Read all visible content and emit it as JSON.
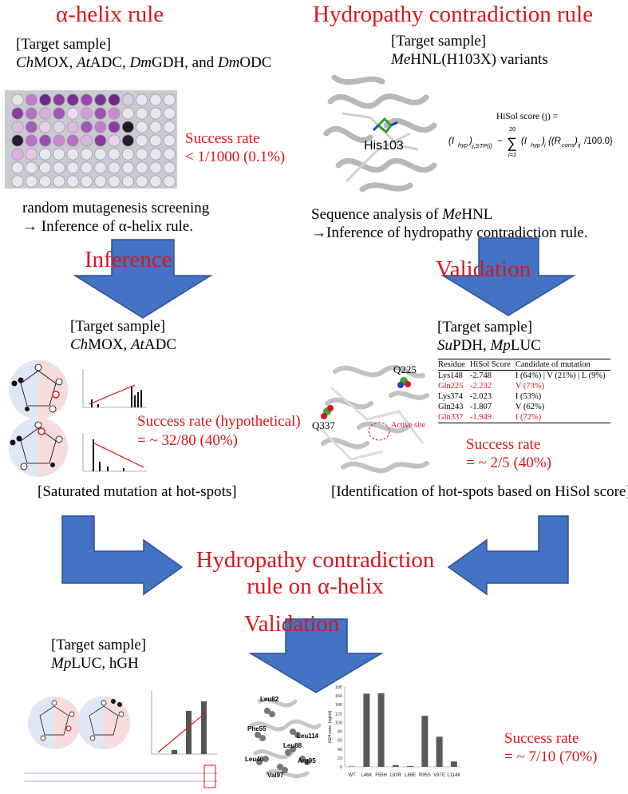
{
  "left_panel": {
    "title": "α-helix rule",
    "target_label": "[Target sample]",
    "target_items": [
      {
        "prefix": "Ch",
        "rest": "MOX, "
      },
      {
        "prefix": "At",
        "rest": "ADC, "
      },
      {
        "prefix": "Dm",
        "rest": "GDH, and "
      },
      {
        "prefix": "Dm",
        "rest": "ODC"
      }
    ],
    "success_label": "Success rate",
    "success_value": "< 1/1000 (0.1%)",
    "caption_line1": "random mutagenesis screening",
    "caption_line2": "→ Inference of α-helix rule."
  },
  "right_panel": {
    "title": "Hydropathy contradiction  rule",
    "target_label": "[Target sample]",
    "target_prefix": "Me",
    "target_rest": "HNL(H103X) variants",
    "structure_label": "His103",
    "formula_line1": "HiSol score (j) =",
    "caption_line1_a": "Sequence analysis of ",
    "caption_line1_prefix": "Me",
    "caption_line1_b": "HNL",
    "caption_line2": "→Inference of hydropathy contradiction rule."
  },
  "arrows": {
    "inference": "Inference",
    "validation_right": "Validation",
    "validation_bottom": "Validation"
  },
  "mid_left": {
    "target_label": "[Target sample]",
    "items": [
      {
        "prefix": "Ch",
        "rest": "MOX, "
      },
      {
        "prefix": "At",
        "rest": "ADC"
      }
    ],
    "success_label": "Success rate (hypothetical)",
    "success_value": "= ~ 32/80 (40%)",
    "caption": "[Saturated mutation at hot-spots]"
  },
  "mid_right": {
    "target_label": "[Target sample]",
    "items": [
      {
        "prefix": "Su",
        "rest": "PDH, "
      },
      {
        "prefix": "Mp",
        "rest": "LUC"
      }
    ],
    "label_q225": "Q225",
    "label_q337": "Q337",
    "label_active": "Active site",
    "table": {
      "headers": [
        "Residue",
        "HiSol Score",
        "Candidate of mutation"
      ],
      "rows": [
        {
          "residue": "Lys148",
          "score": "-2.748",
          "candidate": "I (64%) | V (21%) | L (9%)",
          "highlight": false
        },
        {
          "residue": "Gln225",
          "score": "-2.232",
          "candidate": "V (73%)",
          "highlight": true
        },
        {
          "residue": "Lys374",
          "score": "-2.023",
          "candidate": "I (53%)",
          "highlight": false
        },
        {
          "residue": "Gln243",
          "score": "-1.807",
          "candidate": "V (62%)",
          "highlight": false
        },
        {
          "residue": "Gln337",
          "score": "-1.949",
          "candidate": "I (72%)",
          "highlight": true
        }
      ]
    },
    "success_label": "Success rate",
    "success_value": "= ~ 2/5 (40%)",
    "caption": "[Identification of hot-spots based on HiSol score]"
  },
  "center": {
    "line1": "Hydropathy contradiction",
    "line2": "rule on α-helix"
  },
  "bottom": {
    "target_label": "[Target sample]",
    "target_prefix": "Mp",
    "target_rest": "LUC, hGH",
    "success_label": "Success rate",
    "success_value": "= ~ 7/10 (70%)",
    "structure_labels": [
      "Leu82",
      "Phe55",
      "Leu114",
      "Leu88",
      "Leu46",
      "Arg95",
      "Val97"
    ],
    "chart_data": {
      "type": "bar",
      "categories": [
        "WT",
        "L46K",
        "F55H",
        "L82R",
        "L88E",
        "R95S",
        "V97E",
        "L114K"
      ],
      "values": [
        1,
        165,
        166,
        4,
        2,
        115,
        68,
        12
      ],
      "ylim": [
        0,
        180
      ],
      "yticks": [
        "0",
        "20",
        "40",
        "60",
        "80",
        "100",
        "120",
        "140",
        "160",
        "180"
      ],
      "ylabel": "hGH conc. (ng/ml)"
    }
  },
  "colors": {
    "title_red": "#d8161c",
    "arrow_blue": "#4472c4",
    "arrow_border": "#2f528f"
  }
}
